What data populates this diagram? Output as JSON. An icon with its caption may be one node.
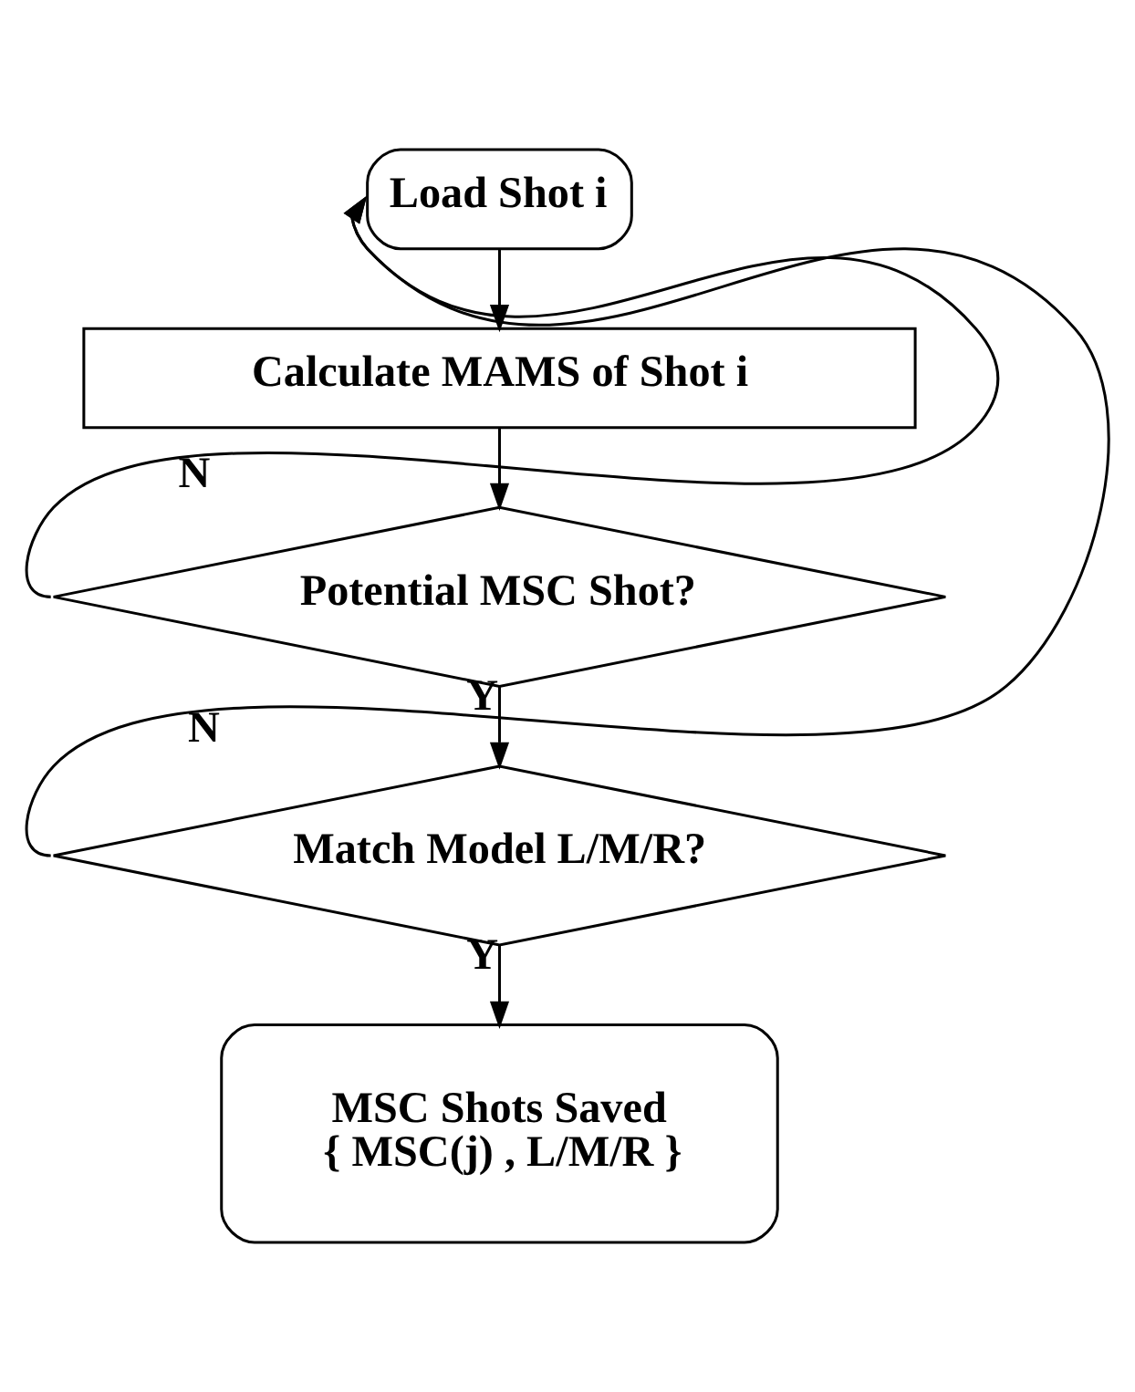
{
  "diagram": {
    "nodes": [
      {
        "text": [
          "Load Shot i"
        ]
      },
      {
        "text": [
          "Calculate MAMS of Shot i"
        ]
      },
      {
        "text": [
          "Potential MSC Shot?"
        ]
      },
      {
        "text": [
          "Match Model L/M/R?"
        ]
      },
      {
        "text": [
          "MSC Shots Saved",
          "{ MSC(j) , L/M/R }"
        ]
      }
    ],
    "edges": [
      {
        "from": 0,
        "to": 1,
        "arrow": "to"
      },
      {
        "from": 1,
        "to": 2,
        "arrow": "to"
      },
      {
        "from": 2,
        "to": 3,
        "arrow": "to",
        "label": "Y"
      },
      {
        "from": 3,
        "to": 4,
        "arrow": "to",
        "label": "Y"
      },
      {
        "from": 2,
        "to": 0,
        "arrow": "to",
        "label": "N"
      },
      {
        "from": 3,
        "to": 0,
        "arrow": "to",
        "label": "N"
      }
    ]
  }
}
